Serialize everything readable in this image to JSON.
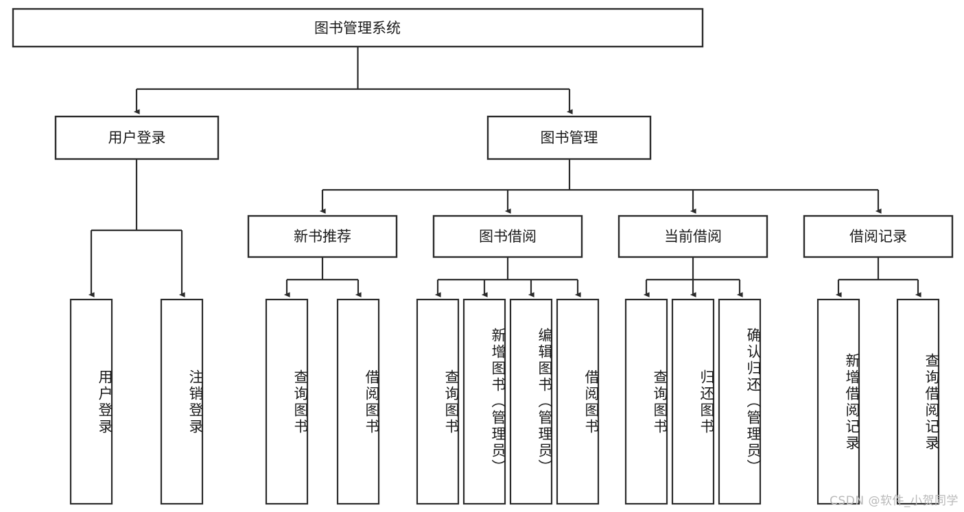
{
  "diagram": {
    "title": "图书管理系统",
    "type": "hierarchy-tree",
    "orientation": "top-down",
    "colors": {
      "box_stroke": "#2b2b2b",
      "box_fill": "#ffffff",
      "connector": "#2b2b2b",
      "label_text": "#1a1a1a",
      "background": "#ffffff",
      "watermark": "#b9b9b9"
    }
  },
  "root": {
    "label": "图书管理系统"
  },
  "level2": [
    {
      "label": "用户登录"
    },
    {
      "label": "图书管理"
    }
  ],
  "level3": [
    {
      "label": "新书推荐"
    },
    {
      "label": "图书借阅"
    },
    {
      "label": "当前借阅"
    },
    {
      "label": "借阅记录"
    }
  ],
  "leaves": {
    "user_login": [
      {
        "label": "用户登录"
      },
      {
        "label": "注销登录"
      }
    ],
    "new_book_recommend": [
      {
        "label": "查询图书"
      },
      {
        "label": "借阅图书"
      }
    ],
    "book_borrow": [
      {
        "label": "查询图书"
      },
      {
        "label": "新增图书（管理员）"
      },
      {
        "label": "编辑图书（管理员）"
      },
      {
        "label": "借阅图书"
      }
    ],
    "current_borrow": [
      {
        "label": "查询图书"
      },
      {
        "label": "归还图书"
      },
      {
        "label": "确认归还（管理员）"
      }
    ],
    "borrow_record": [
      {
        "label": "新增借阅记录"
      },
      {
        "label": "查询借阅记录"
      }
    ]
  },
  "watermark": {
    "text": "CSDN @软件_小贺同学"
  }
}
